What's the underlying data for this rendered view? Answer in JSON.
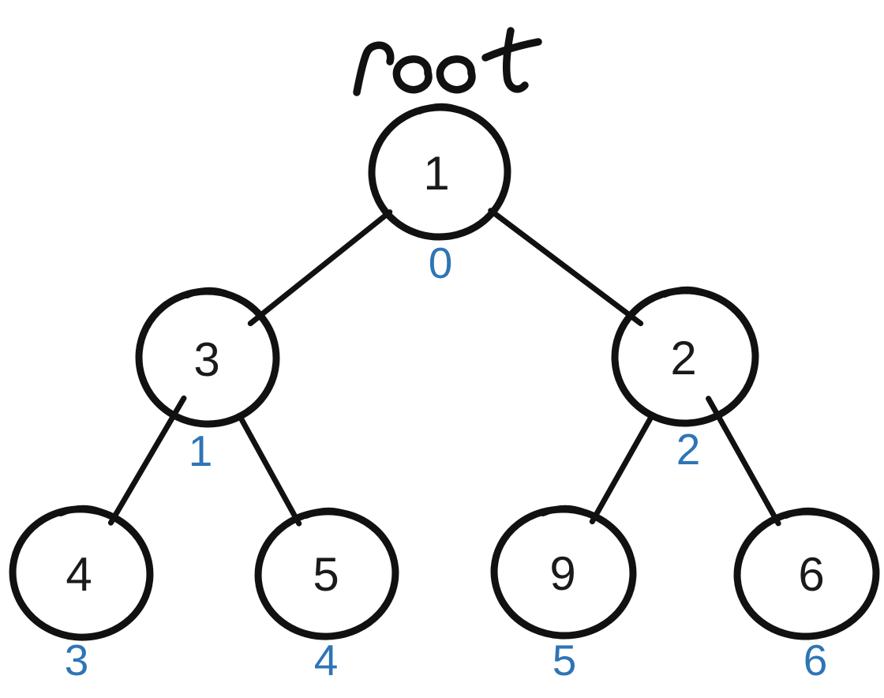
{
  "diagram": {
    "title": "root",
    "type": "binary-tree",
    "colors": {
      "ink": "#111111",
      "index_blue": "#2E75B6",
      "background": "#ffffff"
    },
    "nodes": [
      {
        "id": "n1",
        "value": "1",
        "index": "0",
        "role": "root"
      },
      {
        "id": "n3",
        "value": "3",
        "index": "1",
        "role": "left-child-of-root"
      },
      {
        "id": "n2",
        "value": "2",
        "index": "2",
        "role": "right-child-of-root"
      },
      {
        "id": "n4",
        "value": "4",
        "index": "3",
        "role": "leaf"
      },
      {
        "id": "n5",
        "value": "5",
        "index": "4",
        "role": "leaf"
      },
      {
        "id": "n9",
        "value": "9",
        "index": "5",
        "role": "leaf"
      },
      {
        "id": "n6",
        "value": "6",
        "index": "6",
        "role": "leaf"
      }
    ],
    "edges": [
      {
        "from": "n1",
        "to": "n3"
      },
      {
        "from": "n1",
        "to": "n2"
      },
      {
        "from": "n3",
        "to": "n4"
      },
      {
        "from": "n3",
        "to": "n5"
      },
      {
        "from": "n2",
        "to": "n9"
      },
      {
        "from": "n2",
        "to": "n6"
      }
    ]
  }
}
